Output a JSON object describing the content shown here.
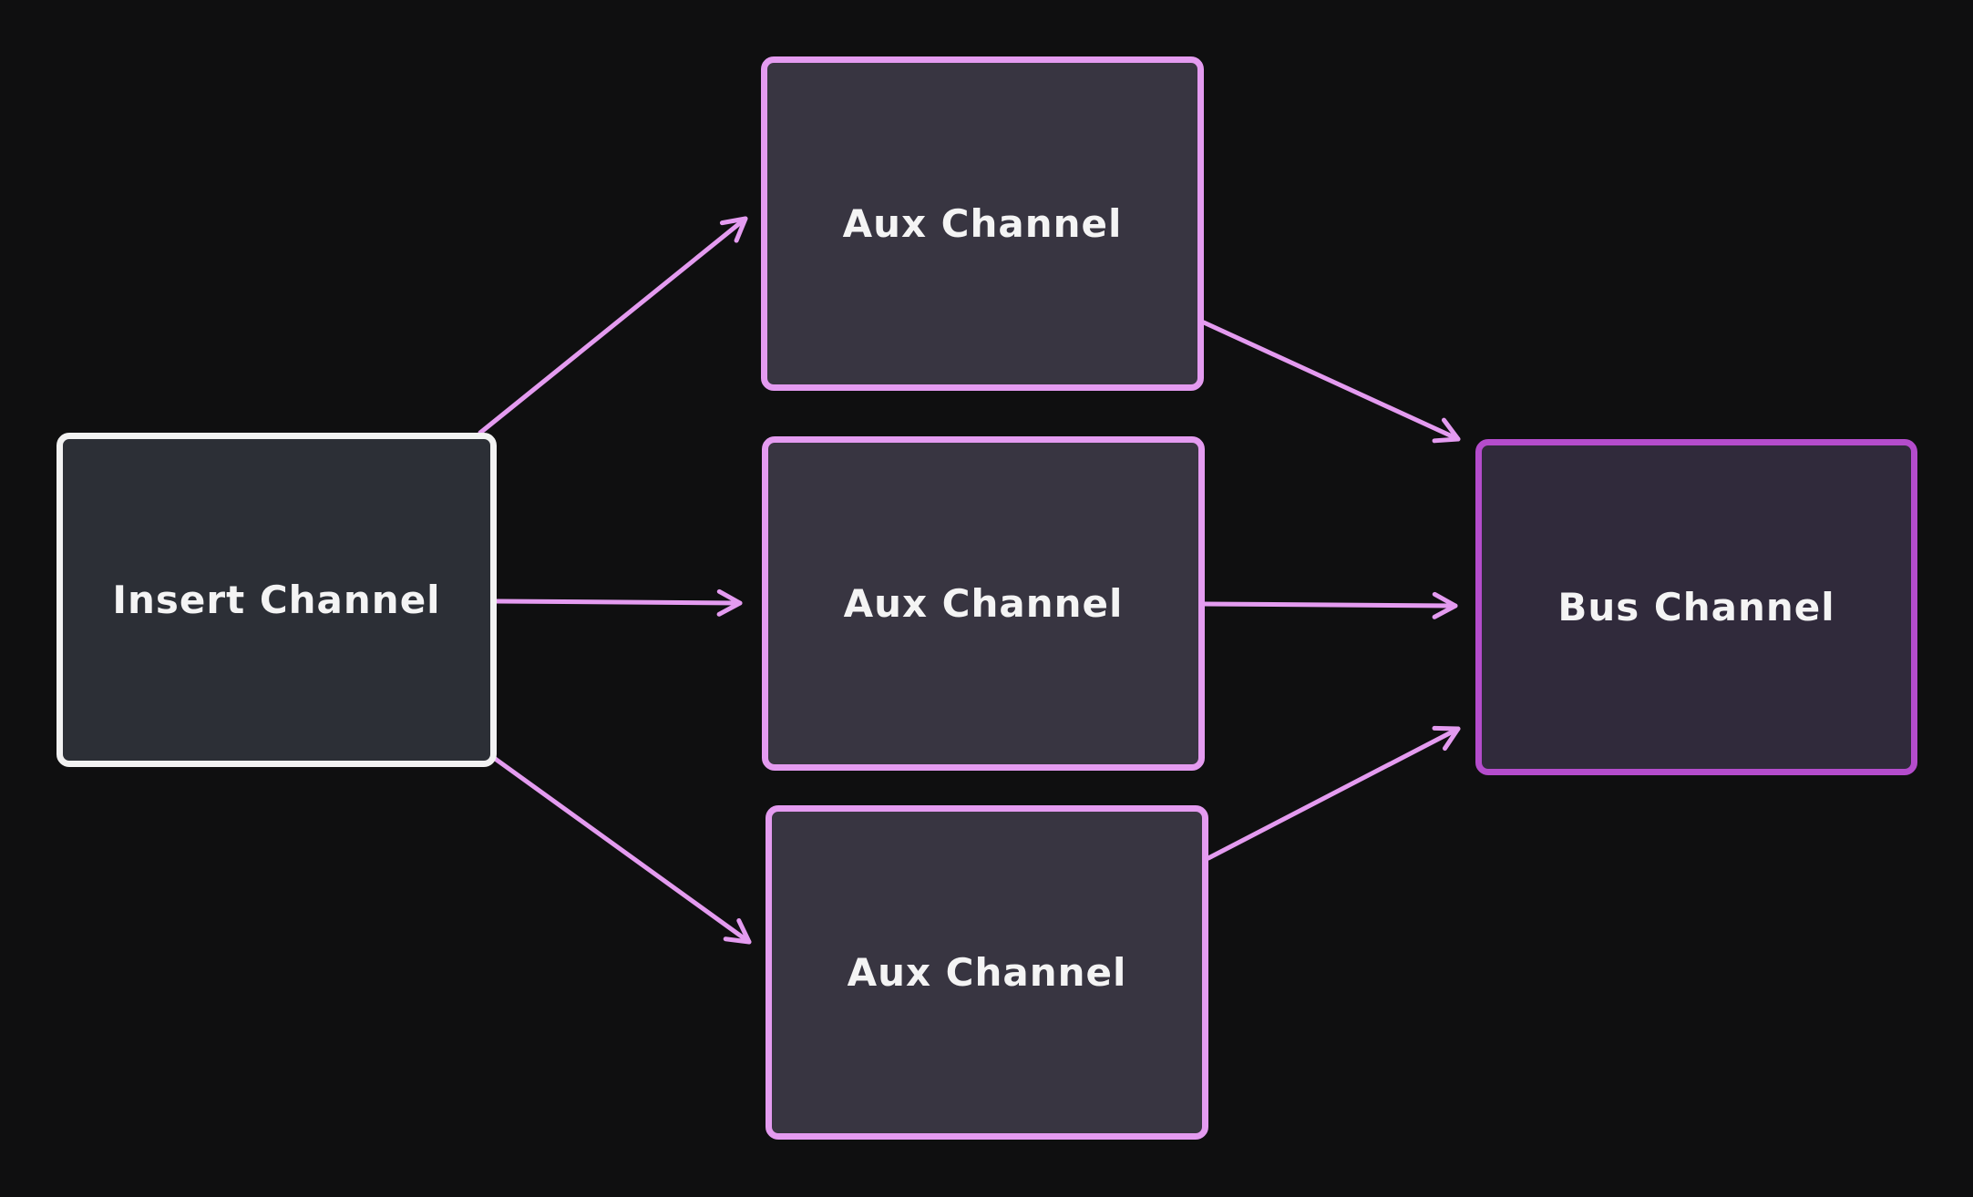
{
  "nodes": {
    "insert": {
      "label": "Insert Channel",
      "fill": "#2c2f36",
      "stroke": "#f2f2f2"
    },
    "aux_1": {
      "label": "Aux Channel",
      "fill": "#383541",
      "stroke": "#e49bf0"
    },
    "aux_2": {
      "label": "Aux Channel",
      "fill": "#383541",
      "stroke": "#e49bf0"
    },
    "aux_3": {
      "label": "Aux Channel",
      "fill": "#383541",
      "stroke": "#e49bf0"
    },
    "bus": {
      "label": "Bus Channel",
      "fill": "#302a3b",
      "stroke": "#b44ccc"
    }
  },
  "edges": [
    {
      "from": "insert",
      "to": "aux_1"
    },
    {
      "from": "insert",
      "to": "aux_2"
    },
    {
      "from": "insert",
      "to": "aux_3"
    },
    {
      "from": "aux_1",
      "to": "bus"
    },
    {
      "from": "aux_2",
      "to": "bus"
    },
    {
      "from": "aux_3",
      "to": "bus"
    }
  ],
  "colors": {
    "background": "#0f0f10",
    "edge": "#e49bf0"
  }
}
